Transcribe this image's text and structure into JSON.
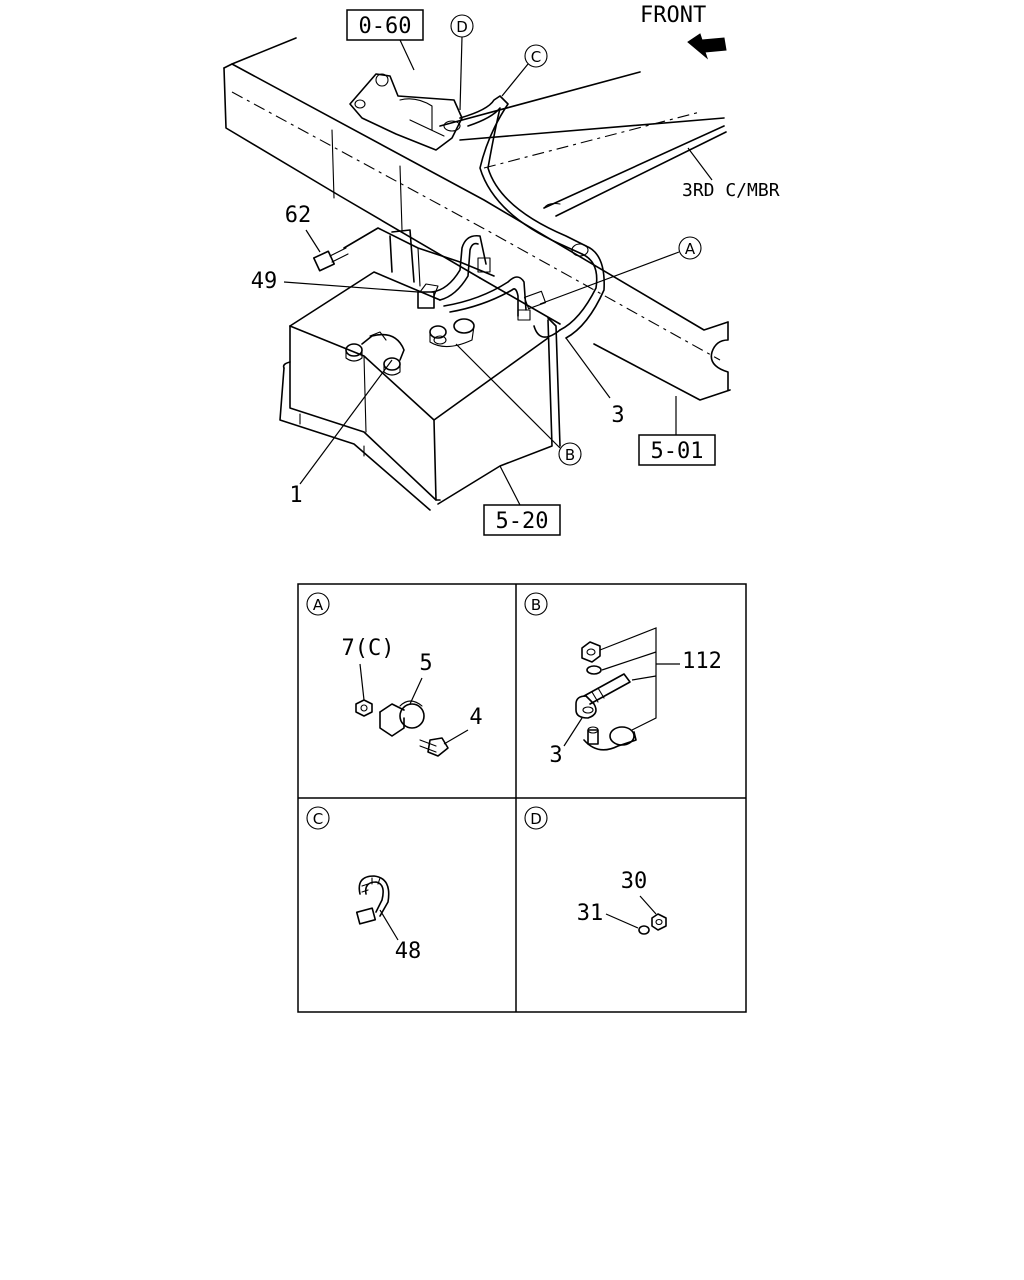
{
  "main_view": {
    "direction_label": "FRONT",
    "ref_boxes": [
      {
        "id": "ref-0-60",
        "text": "0-60"
      },
      {
        "id": "ref-5-01",
        "text": "5-01"
      },
      {
        "id": "ref-5-20",
        "text": "5-20"
      }
    ],
    "member_label": "3RD C/MBR",
    "part_numbers": {
      "p62": "62",
      "p49": "49",
      "p1": "1",
      "p3": "3"
    },
    "detail_callouts": {
      "A": "A",
      "B": "B",
      "C": "C",
      "D": "D"
    }
  },
  "detail_panels": [
    {
      "letter": "A",
      "parts": [
        "7(C)",
        "5",
        "4"
      ]
    },
    {
      "letter": "B",
      "parts": [
        "112",
        "3"
      ]
    },
    {
      "letter": "C",
      "parts": [
        "48"
      ]
    },
    {
      "letter": "D",
      "parts": [
        "30",
        "31"
      ]
    }
  ]
}
